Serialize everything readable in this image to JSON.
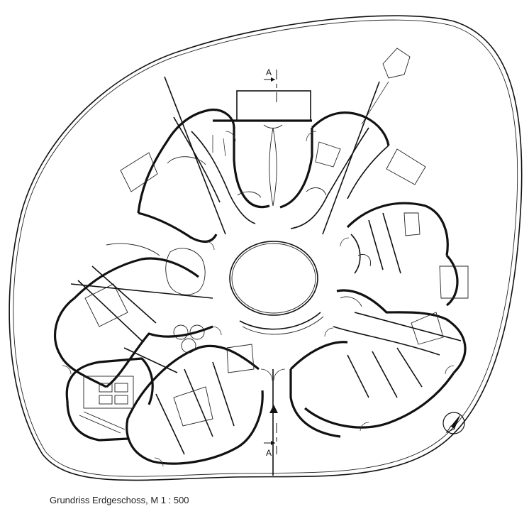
{
  "caption": "Grundriss Erdgeschoss, M 1 : 500",
  "section_marker_top": "A",
  "section_marker_bottom": "A"
}
